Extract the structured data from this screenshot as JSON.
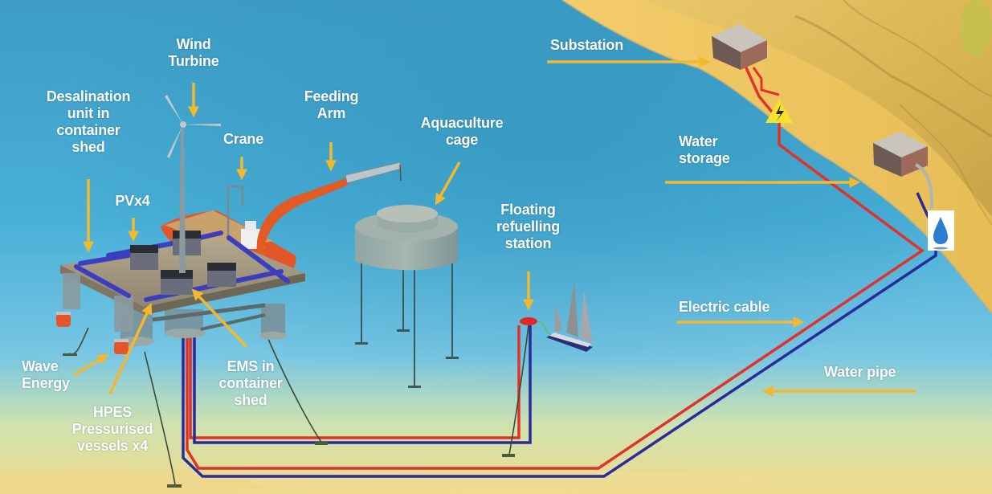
{
  "title": "Offshore multi-use platform: energy, aquaculture and water supply",
  "colors": {
    "sea_deep": "#3aa0c8",
    "sea_light": "#6fc0e2",
    "sand": "#f2c865",
    "cliff": "#d8b24e",
    "arrow": "#f2b92e",
    "electric_cable": "#e0322a",
    "water_pipe": "#2b2a9a",
    "label_text": "#ffffff"
  },
  "labels": {
    "wind_turbine": "Wind\nTurbine",
    "desalination": "Desalination\nunit in\ncontainer\nshed",
    "crane": "Crane",
    "feeding_arm": "Feeding\nArm",
    "aquaculture_cage": "Aquaculture\ncage",
    "pv": "PVx4",
    "floating_refuelling": "Floating\nrefuelling\nstation",
    "substation": "Substation",
    "water_storage": "Water\nstorage",
    "electric_cable": "Electric cable",
    "water_pipe": "Water pipe",
    "wave_energy": "Wave\nEnergy",
    "hpes": "HPES\nPressurised\nvessels x4",
    "ems": "EMS in\ncontainer\nshed"
  },
  "icons": {
    "high_voltage": "high-voltage-warning-icon",
    "water_drop": "water-drop-icon"
  }
}
